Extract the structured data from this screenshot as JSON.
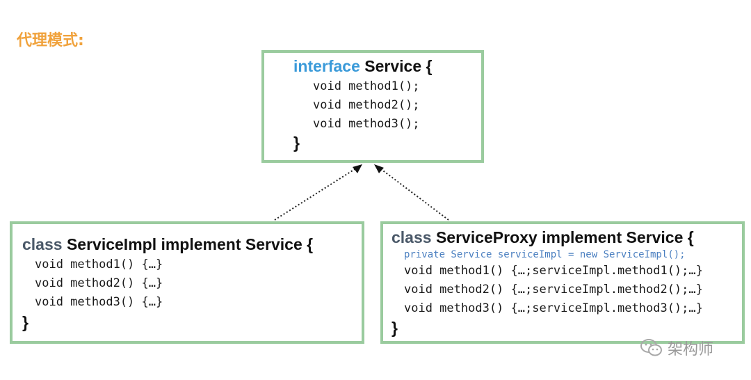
{
  "title": "代理模式:",
  "interface_box": {
    "keyword": "interface",
    "name": "Service {",
    "methods": [
      "void method1();",
      "void method2();",
      "void method3();"
    ],
    "close": "}"
  },
  "impl_box": {
    "keyword": "class",
    "name": "ServiceImpl implement Service {",
    "methods": [
      "void method1() {…}",
      "void method2() {…}",
      "void method3() {…}"
    ],
    "close": "}"
  },
  "proxy_box": {
    "keyword": "class",
    "name": "ServiceProxy implement Service {",
    "field": "private Service serviceImpl = new ServiceImpl();",
    "methods": [
      "void method1() {…;serviceImpl.method1();…}",
      "void method2() {…;serviceImpl.method2();…}",
      "void method3() {…;serviceImpl.method3();…}"
    ],
    "close": "}"
  },
  "watermark": {
    "text": "架构师",
    "icon": "wechat-icon"
  },
  "colors": {
    "title": "#F0A23C",
    "box_border": "#9ACB9E",
    "interface_keyword": "#3A9AD9",
    "class_keyword": "#4A5868",
    "field_text": "#4A7FC0"
  }
}
